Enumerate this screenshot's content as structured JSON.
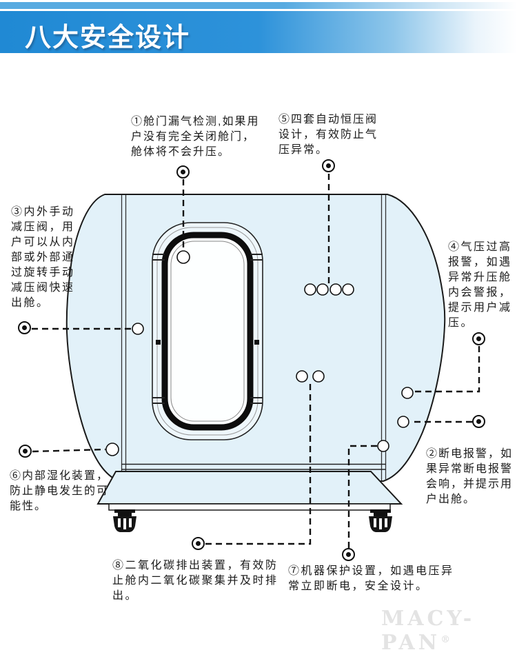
{
  "header": {
    "title": "八大安全设计"
  },
  "annotations": {
    "a1": {
      "text": "①舱门漏气检测,如果用\n户没有完全关闭舱门，\n舱体将不会升压。"
    },
    "a2": {
      "text": "②断电报警，如\n果异常断电报警\n会响，并提示用\n户出舱。"
    },
    "a3": {
      "text": "③内外手动\n减压阀，用\n户可以从内\n部或外部通\n过旋转手动\n减压阀快速\n出舱。"
    },
    "a4": {
      "text": "④气压过高\n报警，如遇\n异常升压舱\n内会警报，\n提示用户减\n压。"
    },
    "a5": {
      "text": "⑤四套自动恒压阀\n设计，有效防止气\n压异常。"
    },
    "a6": {
      "text": "⑥内部湿化装置，\n防止静电发生的可\n能性。"
    },
    "a7": {
      "text": "⑦机器保护设置，如遇电压异\n常立即断电，安全设计。"
    },
    "a8": {
      "text": "⑧二氧化碳排出装置，有效防\n止舱内二氧化碳聚集并及时排\n出。"
    }
  },
  "footer": {
    "brand": "MACY-PAN",
    "registered_mark": "®"
  },
  "colors": {
    "banner_blue": "#2a90d8",
    "stripe_blue": "#58abe1",
    "chamber_fill": "#e2f1f9",
    "line_black": "#1a1a1a"
  }
}
